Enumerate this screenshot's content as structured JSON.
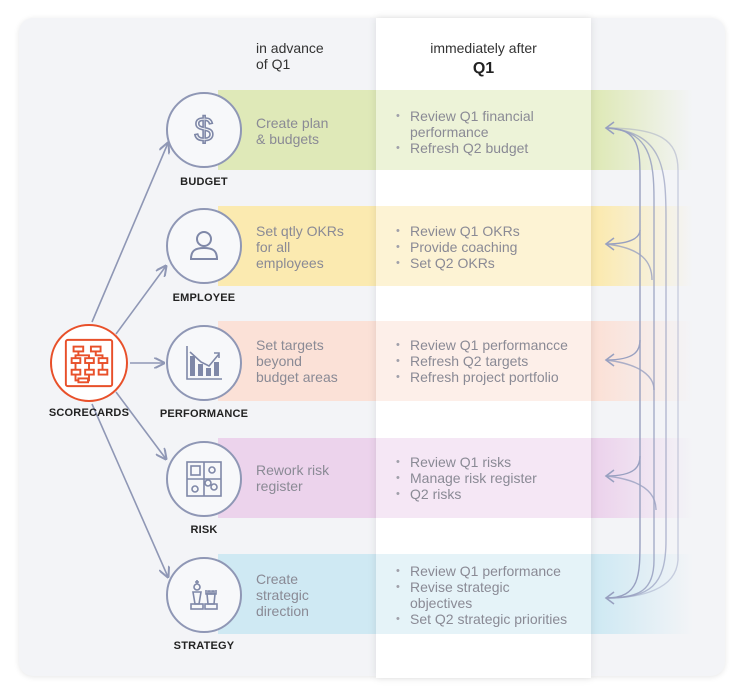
{
  "headers": {
    "advance_line1": "in advance",
    "advance_line2": "of Q1",
    "after_line1": "immediately after",
    "after_line2": "Q1"
  },
  "hub": {
    "label": "SCORECARDS",
    "icon": "scorecard-icon",
    "color": "#e8502a"
  },
  "rows": [
    {
      "key": "budget",
      "label": "BUDGET",
      "icon": "dollar-icon",
      "band_color": "#dfe9b8",
      "advance": [
        "Create plan",
        "& budgets"
      ],
      "after": [
        [
          "Review Q1 financial",
          "performance"
        ],
        [
          "Refresh Q2 budget"
        ]
      ]
    },
    {
      "key": "employee",
      "label": "EMPLOYEE",
      "icon": "person-icon",
      "band_color": "#fbeab0",
      "advance": [
        "Set qtly OKRs",
        "for all",
        "employees"
      ],
      "after": [
        [
          "Review Q1 OKRs"
        ],
        [
          "Provide coaching"
        ],
        [
          "Set Q2 OKRs"
        ]
      ]
    },
    {
      "key": "performance",
      "label": "PERFORMANCE",
      "icon": "bar-chart-icon",
      "band_color": "#fbe1d7",
      "advance": [
        "Set targets",
        "beyond",
        "budget areas"
      ],
      "after": [
        [
          "Review Q1 performancce"
        ],
        [
          "Refresh Q2 targets"
        ],
        [
          "Refresh project portfolio"
        ]
      ]
    },
    {
      "key": "risk",
      "label": "RISK",
      "icon": "risk-matrix-icon",
      "band_color": "#ecd3ec",
      "advance": [
        "Rework risk",
        "register"
      ],
      "after": [
        [
          "Review Q1 risks"
        ],
        [
          "Manage risk register"
        ],
        [
          "Q2 risks"
        ]
      ]
    },
    {
      "key": "strategy",
      "label": "STRATEGY",
      "icon": "chess-icon",
      "band_color": "#cfe9f3",
      "advance": [
        "Create",
        "strategic",
        "direction"
      ],
      "after": [
        [
          "Review Q1 performance"
        ],
        [
          "Revise strategic",
          "objectives"
        ],
        [
          "Set Q2 strategic priorities"
        ]
      ]
    }
  ]
}
